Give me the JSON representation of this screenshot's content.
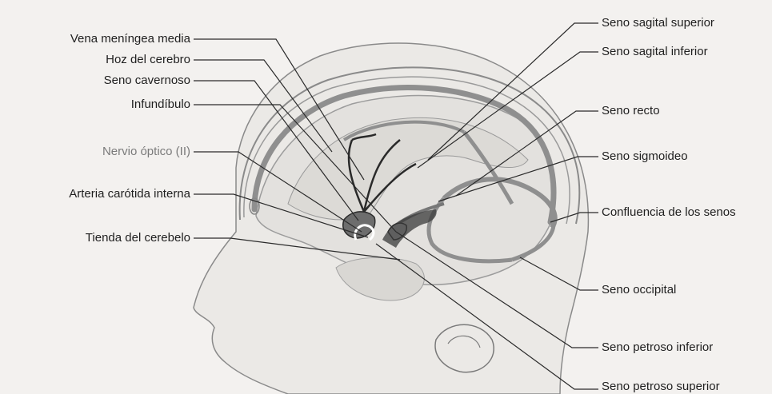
{
  "colors": {
    "background": "#f3f1ef",
    "head_outline": "#8a8a8a",
    "sinus": "#8f8f8f",
    "vessel": "#2a2a2a",
    "leader_line": "#2b2b2b",
    "muted_label": "#7b7b7b"
  },
  "labels_left": [
    {
      "id": "vena-meningea-media",
      "text": "Vena meníngea media"
    },
    {
      "id": "hoz-del-cerebro",
      "text": "Hoz del cerebro"
    },
    {
      "id": "seno-cavernoso",
      "text": "Seno cavernoso"
    },
    {
      "id": "infundibulo",
      "text": "Infundíbulo"
    },
    {
      "id": "nervio-optico",
      "text": "Nervio óptico (II)"
    },
    {
      "id": "arteria-carotida-interna",
      "text": "Arteria carótida interna"
    },
    {
      "id": "tienda-del-cerebelo",
      "text": "Tienda del cerebelo"
    }
  ],
  "labels_right": [
    {
      "id": "seno-sagital-superior",
      "text": "Seno sagital superior"
    },
    {
      "id": "seno-sagital-inferior",
      "text": "Seno sagital inferior"
    },
    {
      "id": "seno-recto",
      "text": "Seno recto"
    },
    {
      "id": "seno-sigmoideo",
      "text": "Seno sigmoideo"
    },
    {
      "id": "confluencia-de-los-senos",
      "text": "Confluencia de los senos"
    },
    {
      "id": "seno-occipital",
      "text": "Seno occipital"
    },
    {
      "id": "seno-petroso-inferior",
      "text": "Seno petroso inferior"
    },
    {
      "id": "seno-petroso-superior",
      "text": "Seno petroso superior"
    }
  ]
}
